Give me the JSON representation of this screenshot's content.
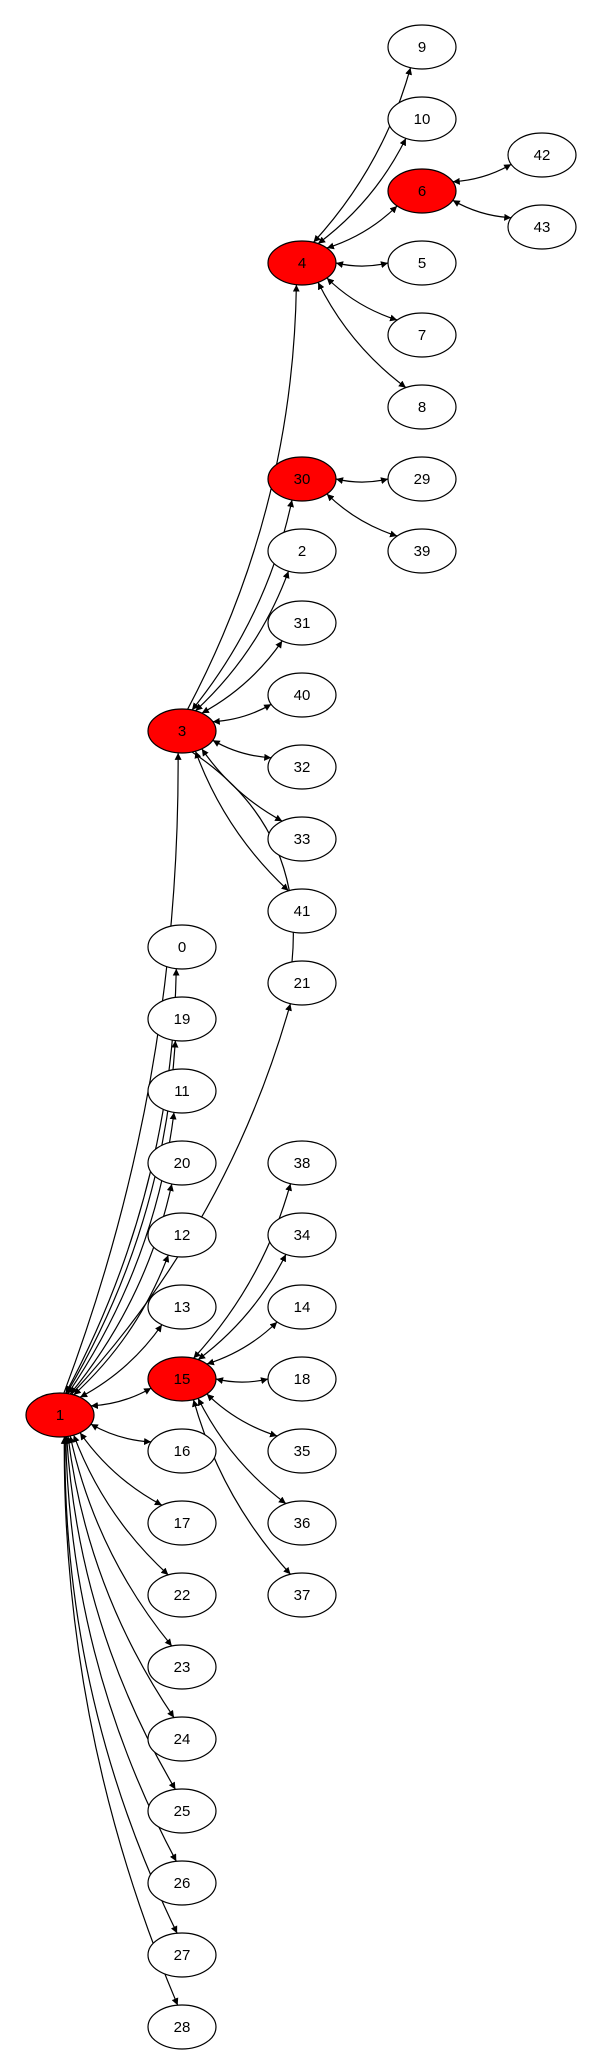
{
  "colors": {
    "highlight": "#ff0000",
    "normal": "#ffffff",
    "stroke": "#000000"
  },
  "nodes": [
    {
      "id": "9",
      "label": "9",
      "highlight": false
    },
    {
      "id": "10",
      "label": "10",
      "highlight": false
    },
    {
      "id": "6",
      "label": "6",
      "highlight": true
    },
    {
      "id": "42",
      "label": "42",
      "highlight": false
    },
    {
      "id": "43",
      "label": "43",
      "highlight": false
    },
    {
      "id": "4",
      "label": "4",
      "highlight": true
    },
    {
      "id": "5",
      "label": "5",
      "highlight": false
    },
    {
      "id": "7",
      "label": "7",
      "highlight": false
    },
    {
      "id": "8",
      "label": "8",
      "highlight": false
    },
    {
      "id": "30",
      "label": "30",
      "highlight": true
    },
    {
      "id": "29",
      "label": "29",
      "highlight": false
    },
    {
      "id": "39",
      "label": "39",
      "highlight": false
    },
    {
      "id": "2",
      "label": "2",
      "highlight": false
    },
    {
      "id": "31",
      "label": "31",
      "highlight": false
    },
    {
      "id": "40",
      "label": "40",
      "highlight": false
    },
    {
      "id": "3",
      "label": "3",
      "highlight": true
    },
    {
      "id": "32",
      "label": "32",
      "highlight": false
    },
    {
      "id": "33",
      "label": "33",
      "highlight": false
    },
    {
      "id": "41",
      "label": "41",
      "highlight": false
    },
    {
      "id": "21",
      "label": "21",
      "highlight": false
    },
    {
      "id": "0",
      "label": "0",
      "highlight": false
    },
    {
      "id": "19",
      "label": "19",
      "highlight": false
    },
    {
      "id": "11",
      "label": "11",
      "highlight": false
    },
    {
      "id": "20",
      "label": "20",
      "highlight": false
    },
    {
      "id": "38",
      "label": "38",
      "highlight": false
    },
    {
      "id": "12",
      "label": "12",
      "highlight": false
    },
    {
      "id": "34",
      "label": "34",
      "highlight": false
    },
    {
      "id": "13",
      "label": "13",
      "highlight": false
    },
    {
      "id": "14",
      "label": "14",
      "highlight": false
    },
    {
      "id": "15",
      "label": "15",
      "highlight": true
    },
    {
      "id": "18",
      "label": "18",
      "highlight": false
    },
    {
      "id": "1",
      "label": "1",
      "highlight": true
    },
    {
      "id": "16",
      "label": "16",
      "highlight": false
    },
    {
      "id": "35",
      "label": "35",
      "highlight": false
    },
    {
      "id": "17",
      "label": "17",
      "highlight": false
    },
    {
      "id": "36",
      "label": "36",
      "highlight": false
    },
    {
      "id": "22",
      "label": "22",
      "highlight": false
    },
    {
      "id": "37",
      "label": "37",
      "highlight": false
    },
    {
      "id": "23",
      "label": "23",
      "highlight": false
    },
    {
      "id": "24",
      "label": "24",
      "highlight": false
    },
    {
      "id": "25",
      "label": "25",
      "highlight": false
    },
    {
      "id": "26",
      "label": "26",
      "highlight": false
    },
    {
      "id": "27",
      "label": "27",
      "highlight": false
    },
    {
      "id": "28",
      "label": "28",
      "highlight": false
    }
  ],
  "edges": [
    {
      "from": "4",
      "to": "9",
      "dir": "both"
    },
    {
      "from": "4",
      "to": "10",
      "dir": "both"
    },
    {
      "from": "4",
      "to": "6",
      "dir": "both"
    },
    {
      "from": "6",
      "to": "42",
      "dir": "both"
    },
    {
      "from": "6",
      "to": "43",
      "dir": "both"
    },
    {
      "from": "4",
      "to": "5",
      "dir": "both"
    },
    {
      "from": "4",
      "to": "7",
      "dir": "both"
    },
    {
      "from": "4",
      "to": "8",
      "dir": "both"
    },
    {
      "from": "3",
      "to": "4",
      "dir": "forward"
    },
    {
      "from": "30",
      "to": "29",
      "dir": "both"
    },
    {
      "from": "30",
      "to": "39",
      "dir": "both"
    },
    {
      "from": "3",
      "to": "30",
      "dir": "both"
    },
    {
      "from": "3",
      "to": "2",
      "dir": "both"
    },
    {
      "from": "3",
      "to": "31",
      "dir": "both"
    },
    {
      "from": "3",
      "to": "40",
      "dir": "both"
    },
    {
      "from": "3",
      "to": "32",
      "dir": "both"
    },
    {
      "from": "3",
      "to": "33",
      "dir": "both"
    },
    {
      "from": "3",
      "to": "41",
      "dir": "both"
    },
    {
      "from": "3",
      "to": "21",
      "dir": "none"
    },
    {
      "from": "1",
      "to": "21",
      "dir": "forward"
    },
    {
      "from": "1",
      "to": "3",
      "dir": "forward"
    },
    {
      "from": "1",
      "to": "0",
      "dir": "both"
    },
    {
      "from": "1",
      "to": "19",
      "dir": "both"
    },
    {
      "from": "1",
      "to": "11",
      "dir": "both"
    },
    {
      "from": "1",
      "to": "20",
      "dir": "both"
    },
    {
      "from": "1",
      "to": "12",
      "dir": "both"
    },
    {
      "from": "1",
      "to": "13",
      "dir": "both"
    },
    {
      "from": "1",
      "to": "15",
      "dir": "both"
    },
    {
      "from": "1",
      "to": "16",
      "dir": "both"
    },
    {
      "from": "1",
      "to": "17",
      "dir": "both"
    },
    {
      "from": "1",
      "to": "22",
      "dir": "both"
    },
    {
      "from": "1",
      "to": "23",
      "dir": "both"
    },
    {
      "from": "1",
      "to": "24",
      "dir": "both"
    },
    {
      "from": "1",
      "to": "25",
      "dir": "both"
    },
    {
      "from": "1",
      "to": "26",
      "dir": "both"
    },
    {
      "from": "1",
      "to": "27",
      "dir": "both"
    },
    {
      "from": "1",
      "to": "28",
      "dir": "both"
    },
    {
      "from": "15",
      "to": "38",
      "dir": "both"
    },
    {
      "from": "15",
      "to": "34",
      "dir": "both"
    },
    {
      "from": "15",
      "to": "14",
      "dir": "both"
    },
    {
      "from": "15",
      "to": "18",
      "dir": "both"
    },
    {
      "from": "15",
      "to": "35",
      "dir": "both"
    },
    {
      "from": "15",
      "to": "36",
      "dir": "both"
    },
    {
      "from": "15",
      "to": "37",
      "dir": "both"
    }
  ]
}
